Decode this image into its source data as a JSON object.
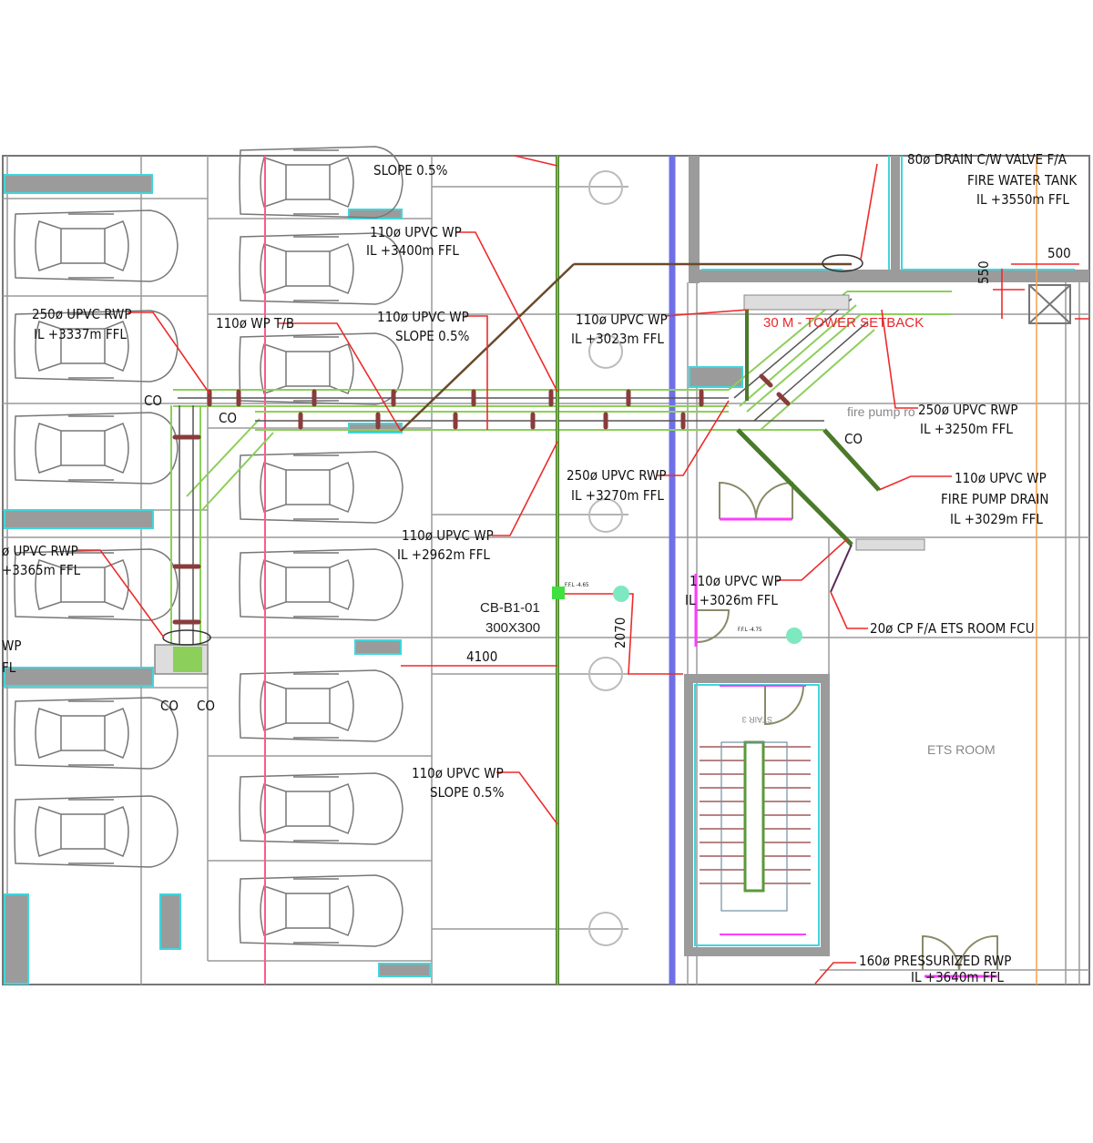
{
  "drawing": {
    "labels": {
      "top_slope": "SLOPE 0.5%",
      "wp_3400_a": "110ø UPVC WP",
      "wp_3400_b": "IL +3400m FFL",
      "rwp_3337_a": "250ø UPVC RWP",
      "rwp_3337_b": "IL +3337m FFL",
      "wp_tb": "110ø WP T/B",
      "wp_slope_a": "110ø UPVC WP",
      "wp_slope_b": "SLOPE 0.5%",
      "wp_3023_a": "110ø UPVC WP",
      "wp_3023_b": "IL +3023m FFL",
      "drain_a": "80ø DRAIN C/W VALVE F/A",
      "drain_b": "FIRE WATER TANK",
      "drain_c": "IL +3550m FFL",
      "dim_500": "500",
      "dim_550": "550",
      "tower_setback": "30 M - TOWER SETBACK",
      "fire_pump": "fire pump ro",
      "rwp_3250_a": "250ø UPVC RWP",
      "rwp_3250_b": "IL +3250m FFL",
      "co_1": "CO",
      "co_2": "CO",
      "co_3": "CO",
      "co_4": "CO",
      "co_5": "CO",
      "rwp_3270_a": "250ø UPVC RWP",
      "rwp_3270_b": "IL +3270m FFL",
      "wp_drain_a": "110ø UPVC WP",
      "wp_drain_b": "FIRE PUMP DRAIN",
      "wp_drain_c": "IL +3029m FFL",
      "wp_2962_a": "110ø UPVC WP",
      "wp_2962_b": "IL +2962m FFL",
      "rwp_3365_a": "ø UPVC RWP",
      "rwp_3365_b": "+3365m FFL",
      "left_cut_a": "WP",
      "left_cut_b": "FL",
      "cb_id": "CB-B1-01",
      "cb_size": "300X300",
      "ffl_1": "F.F.L -4.65",
      "ffl_2": "F.F.L -4.75",
      "dim_2070": "2070",
      "dim_4100": "4100",
      "wp_3026_a": "110ø UPVC WP",
      "wp_3026_b": "IL +3026m FFL",
      "cp_fcu": "20ø CP F/A ETS ROOM FCU",
      "stair": "STAIR 3",
      "ets_room": "ETS ROOM",
      "wp_slope2_a": "110ø UPVC WP",
      "wp_slope2_b": "SLOPE 0.5%",
      "pressurized_a": "160ø PRESSURIZED RWP",
      "pressurized_b": "IL +3640m FFL"
    },
    "colors": {
      "pipe_green": "#8ccf5a",
      "leader_red": "#ee2a2a",
      "wall_cyan": "#3fd6dc",
      "riser_blue": "#6f6fe8",
      "setback_orange": "#f5a04a",
      "door_magenta": "#ff3cff"
    }
  }
}
